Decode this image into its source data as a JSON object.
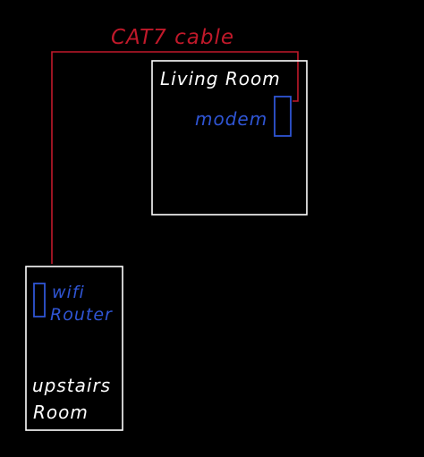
{
  "diagram": {
    "cable_label": "CAT7 cable",
    "living_room": {
      "title": "Living Room",
      "device_label": "modem"
    },
    "upstairs_room": {
      "device_label_line1": "wifi",
      "device_label_line2": "Router",
      "title_line1": "upstairs",
      "title_line2": "Room"
    }
  },
  "colors": {
    "background": "#000000",
    "room_outline": "#ffffff",
    "cable": "#c0192a",
    "device": "#2f55d4"
  }
}
